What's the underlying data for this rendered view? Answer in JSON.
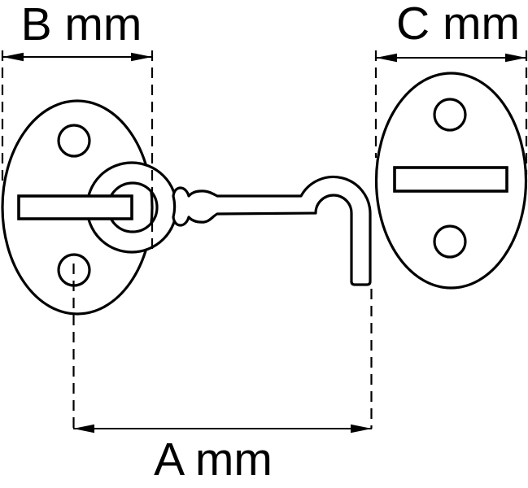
{
  "drawing": {
    "kind": "technical-dimension-diagram",
    "subject": "cabin-hook-latch-with-oval-mounting-plates",
    "background_color": "#ffffff",
    "line_color": "#000000",
    "dimensions": {
      "b": {
        "label": "B mm",
        "measures": "left-plate-width"
      },
      "c": {
        "label": "C mm",
        "measures": "right-plate-width"
      },
      "a": {
        "label": "A mm",
        "measures": "overall-length-hook"
      }
    }
  }
}
